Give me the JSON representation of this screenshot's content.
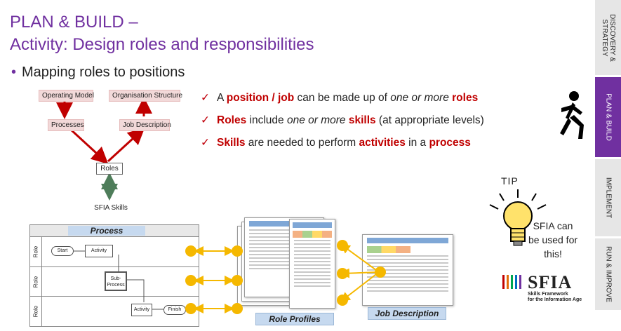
{
  "title": {
    "line1": "PLAN & BUILD –",
    "line2": "Activity: Design roles and responsibilities"
  },
  "bullet": "Mapping roles to positions",
  "diagram": {
    "operating_model": "Operating Model",
    "organisation_structure": "Organisation Structure",
    "processes": "Processes",
    "job_description": "Job Description",
    "roles": "Roles",
    "sfia_skills": "SFIA Skills"
  },
  "checks": [
    {
      "a": "A ",
      "b1": "position / job",
      "c": " can be made up of ",
      "i1": "one or more",
      "d": " ",
      "b2": "roles",
      "e": ""
    },
    {
      "a": "",
      "b1": "Roles",
      "c": " include ",
      "i1": "one or more",
      "d": " ",
      "b2": "skills",
      "e": " (at appropriate levels)"
    },
    {
      "a": "",
      "b1": "Skills",
      "c": " are needed to perform ",
      "i1": "",
      "d": "",
      "b2": "activities",
      "e": " in a ",
      "b3": "process"
    }
  ],
  "tabs": {
    "discovery": "DISCOVERY & STRATEGY",
    "plan": "PLAN & BUILD",
    "implement": "IMPLEMENT",
    "run": "RUN & IMPROVE"
  },
  "tip": {
    "label": "TIP",
    "text1": "SFIA can",
    "text2": "be used for",
    "text3": "this!"
  },
  "sfia_logo": {
    "name": "SFIA",
    "sub1": "Skills Framework",
    "sub2": "for the Information Age"
  },
  "process": {
    "header": "Process",
    "lane_label": "Role",
    "start": "Start",
    "activity": "Activity",
    "sub_process_1": "Sub-",
    "sub_process_2": "Process",
    "finish": "Finish"
  },
  "role_profiles_caption": "Role Profiles",
  "job_description_caption": "Job Description",
  "colors": {
    "purple": "#7030a0",
    "red": "#c00000",
    "gold": "#f5b800",
    "green": "#4e7d5a"
  }
}
